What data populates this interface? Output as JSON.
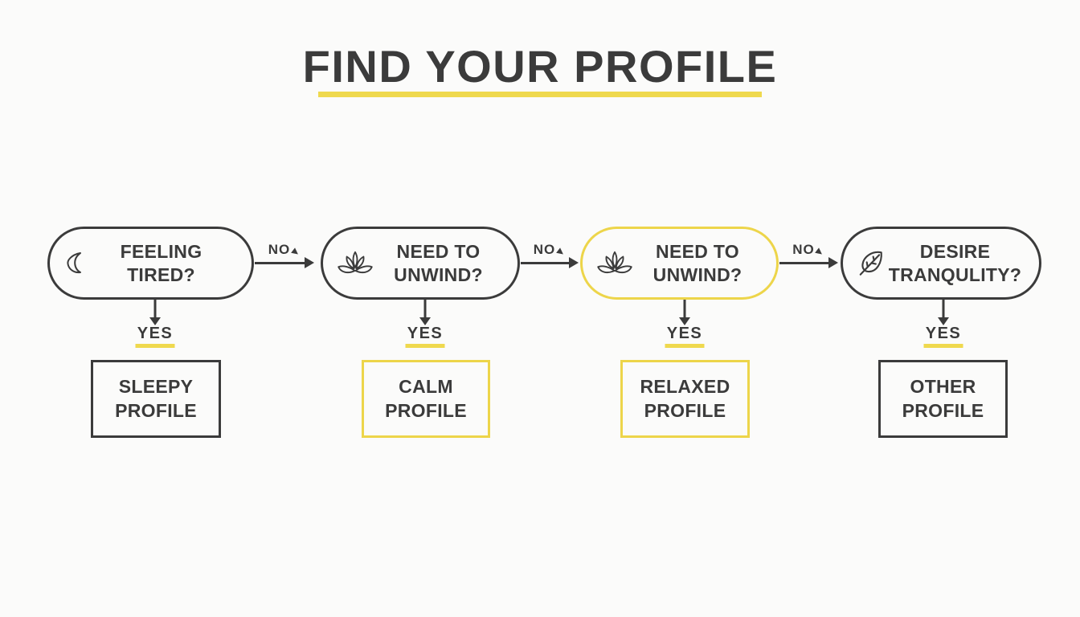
{
  "page": {
    "title": "FIND YOUR PROFILE",
    "background_color": "#fbfbfa",
    "ink_color": "#3b3b3b",
    "accent_color": "#edd54a"
  },
  "flowchart": {
    "no_label": "NO",
    "yes_label": "YES",
    "nodes": [
      {
        "question": "FEELING TIRED?",
        "icon": "moon-icon",
        "node_border": "dark",
        "result": "SLEEPY\nPROFILE",
        "result_border": "dark"
      },
      {
        "question": "NEED TO\nUNWIND?",
        "icon": "lotus-icon",
        "node_border": "dark",
        "result": "CALM\nPROFILE",
        "result_border": "yellow"
      },
      {
        "question": "NEED TO\nUNWIND?",
        "icon": "lotus-icon",
        "node_border": "yellow",
        "result": "RELAXED\nPROFILE",
        "result_border": "yellow"
      },
      {
        "question": "DESIRE\nTRANQULITY?",
        "icon": "leaf-icon",
        "node_border": "dark",
        "result": "OTHER\nPROFILE",
        "result_border": "dark"
      }
    ]
  }
}
